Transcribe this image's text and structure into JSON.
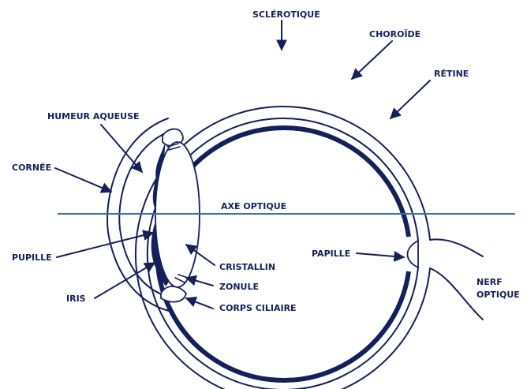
{
  "labels": {
    "sclerotique": "SCLÉROTIQUE",
    "choroide": "CHOROÏDE",
    "retine": "RÉTINE",
    "humeur_aqueuse": "HUMEUR AQUEUSE",
    "cornee": "CORNÉE",
    "axe_optique": "AXE OPTIQUE",
    "pupille": "PUPILLE",
    "cristallin": "CRISTALLIN",
    "papille": "PAPILLE",
    "zonule": "ZONULE",
    "nerf_1": "NERF",
    "nerf_2": "OPTIQUE",
    "iris": "IRIS",
    "corps_ciliaire": "CORPS CILIAIRE"
  },
  "colors": {
    "line": "#14205a",
    "axis": "#3a6fa8"
  }
}
